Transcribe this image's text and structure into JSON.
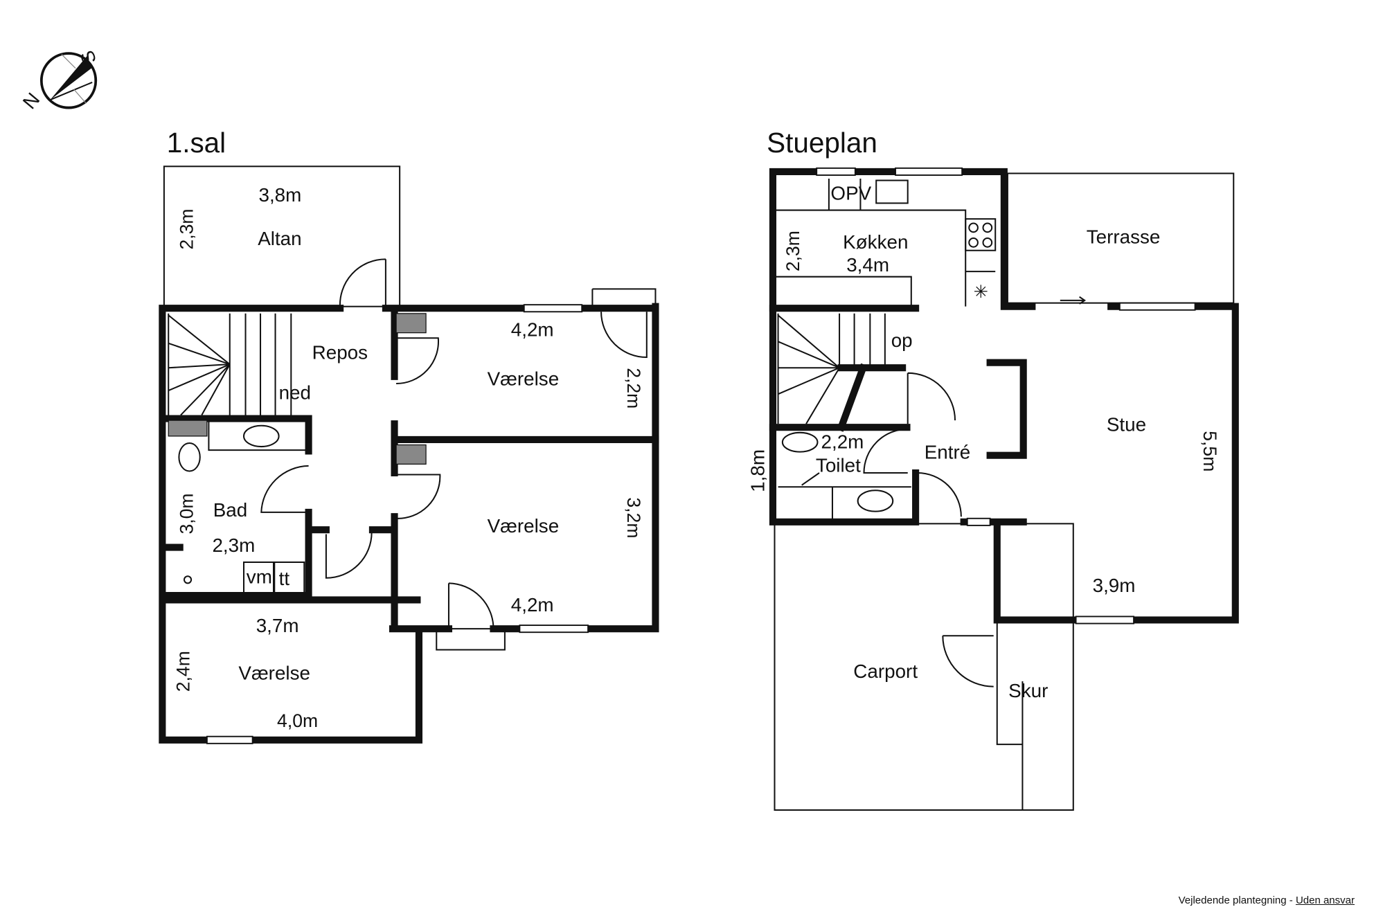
{
  "compass": {
    "north": "N",
    "south": "S"
  },
  "first_floor": {
    "title": "1.sal",
    "rooms": {
      "altan": {
        "name": "Altan",
        "width": "3,8m",
        "depth": "2,3m"
      },
      "repos": {
        "name": "Repos",
        "stair_label": "ned"
      },
      "vaerelse_top": {
        "name": "Værelse",
        "width": "4,2m",
        "depth": "2,2m"
      },
      "vaerelse_mid": {
        "name": "Værelse",
        "width": "4,2m",
        "depth": "3,2m"
      },
      "bad": {
        "name": "Bad",
        "width": "2,3m",
        "depth": "3,0m",
        "appliance_1": "vm",
        "appliance_2": "tt"
      },
      "vaerelse_bottom": {
        "name": "Værelse",
        "width_top": "3,7m",
        "width_bottom": "4,0m",
        "depth": "2,4m"
      }
    }
  },
  "ground_floor": {
    "title": "Stueplan",
    "rooms": {
      "kokken": {
        "name": "Køkken",
        "width": "3,4m",
        "depth": "2,3m",
        "cabinet": "OPV"
      },
      "terrasse": {
        "name": "Terrasse"
      },
      "stairs": {
        "label": "op"
      },
      "entre": {
        "name": "Entré"
      },
      "toilet": {
        "name": "Toilet",
        "width": "2,2m",
        "depth": "1,8m"
      },
      "stue": {
        "name": "Stue",
        "width": "3,9m",
        "depth": "5,5m"
      },
      "carport": {
        "name": "Carport"
      },
      "skur": {
        "name": "Skur"
      }
    }
  },
  "footer": {
    "text": "Vejledende plantegning - ",
    "link": "Uden ansvar"
  }
}
